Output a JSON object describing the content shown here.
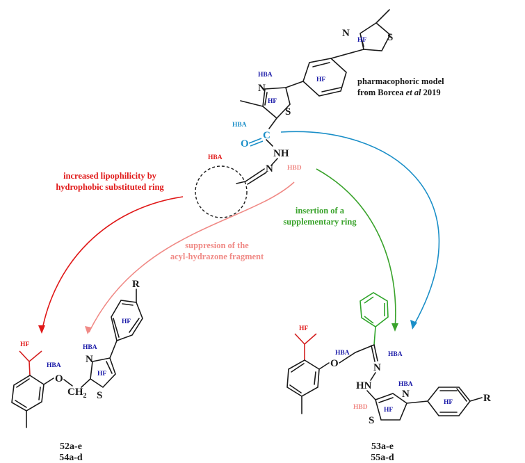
{
  "model": {
    "line1": "pharmacophoric model",
    "line2_prefix": "from Borcea ",
    "line2_italic": "et al",
    "line2_suffix": " 2019"
  },
  "tags": {
    "hba": "HBA",
    "hbd": "HBD",
    "hf": "HF"
  },
  "atoms": {
    "N": "N",
    "S": "S",
    "O": "O",
    "C": "C",
    "NH": "NH",
    "HN": "HN",
    "R": "R",
    "CH2": "CH",
    "sub2": "2"
  },
  "annotations": {
    "lipophilicity_1": "increased lipophilicity by",
    "lipophilicity_2": "hydrophobic substituted ring",
    "suppression_1": "suppresion of the",
    "suppression_2": "acyl-hydrazone fragment",
    "insertion_1": "insertion of a",
    "insertion_2": "supplementary ring"
  },
  "compounds": {
    "left_1": "52a-e",
    "left_2": "54a-d",
    "right_1": "53a-e",
    "right_2": "55a-d"
  },
  "colors": {
    "red": "#e01818",
    "pink": "#f08a86",
    "green": "#3aa32c",
    "cyan": "#1b8fc8",
    "blue": "#1a1aa8"
  }
}
